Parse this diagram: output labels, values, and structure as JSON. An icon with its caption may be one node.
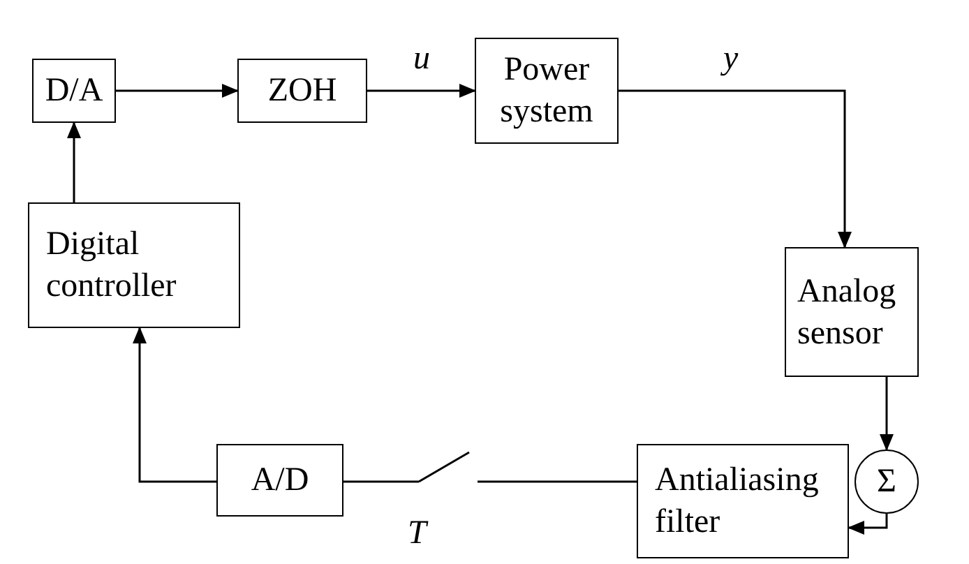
{
  "diagram": {
    "nodes": [
      {
        "text": [
          "D/A"
        ]
      },
      {
        "text": [
          "ZOH"
        ]
      },
      {
        "text": [
          "Power system"
        ]
      },
      {
        "text": [
          "Analog sensor"
        ]
      },
      {
        "text": [
          "Σ"
        ]
      },
      {
        "text": [
          "Antialiasing filter"
        ]
      },
      {
        "text": [
          "A/D"
        ]
      },
      {
        "text": [
          "Digital controller"
        ]
      },
      {
        "text": [],
        "shape": "switch",
        "beside": [
          "T"
        ]
      }
    ],
    "edges": [
      {
        "from": 0,
        "to": 1,
        "arrow": "to"
      },
      {
        "from": 1,
        "to": 2,
        "arrow": "to",
        "label": "u"
      },
      {
        "from": 2,
        "to": 3,
        "arrow": "to",
        "label": "y"
      },
      {
        "from": 3,
        "to": 4,
        "arrow": "to"
      },
      {
        "from": 4,
        "to": 5,
        "arrow": "to"
      },
      {
        "from": 5,
        "to": 8,
        "arrow": "none"
      },
      {
        "from": 8,
        "to": 6,
        "arrow": "none"
      },
      {
        "from": 6,
        "to": 7,
        "arrow": "to"
      },
      {
        "from": 7,
        "to": 0,
        "arrow": "to"
      }
    ]
  }
}
